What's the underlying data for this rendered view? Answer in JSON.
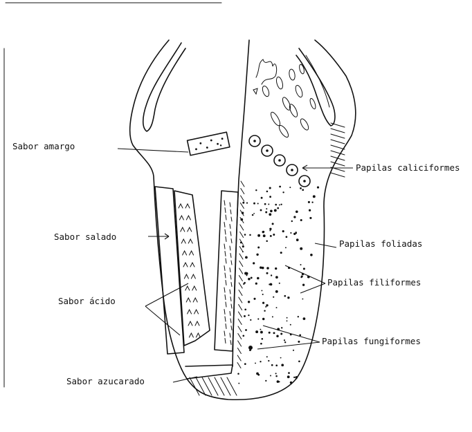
{
  "labels": {
    "sabor_amargo": "Sabor amargo",
    "sabor_salado": "Sabor salado",
    "sabor_acido": "Sabor ácido",
    "sabor_azucarado": "Sabor azucarado",
    "papilas_caliciformes": "Papilas caliciformes",
    "papilas_foliadas": "Papilas foliadas",
    "papilas_filiformes": "Papilas filiformes",
    "papilas_fungiformes": "Papilas fungiformes"
  },
  "colors": {
    "ink": "#111111",
    "paper": "#ffffff"
  }
}
